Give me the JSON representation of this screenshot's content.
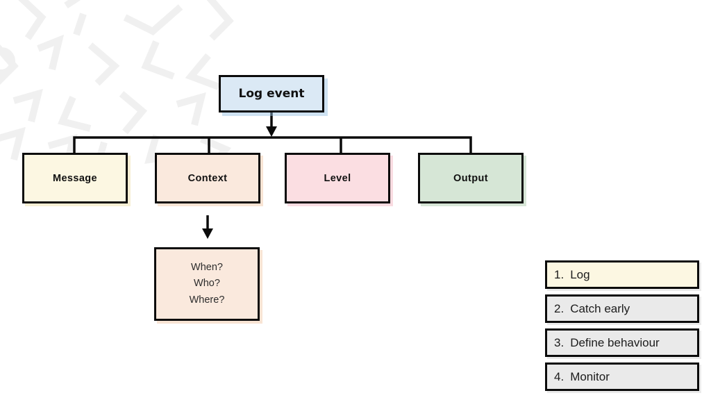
{
  "palette": {
    "root_fill": "#dbe9f5",
    "message_fill": "#fcf7e2",
    "context_fill": "#fae9dd",
    "level_fill": "#fbdee2",
    "output_fill": "#d6e6d6",
    "detail_fill": "#fae9dd",
    "step_highlight_fill": "#fcf7e2",
    "step_fill": "#eaeaea",
    "border": "#0b0b0b",
    "pattern": "#f0f0f0"
  },
  "flowchart": {
    "root": {
      "label": "Log event"
    },
    "children": [
      {
        "label": "Message"
      },
      {
        "label": "Context"
      },
      {
        "label": "Level"
      },
      {
        "label": "Output"
      }
    ],
    "context_detail": {
      "lines": [
        "When?",
        "Who?",
        "Where?"
      ]
    }
  },
  "steps": [
    {
      "number": "1.",
      "label": "Log"
    },
    {
      "number": "2.",
      "label": "Catch early"
    },
    {
      "number": "3.",
      "label": "Define behaviour"
    },
    {
      "number": "4.",
      "label": "Monitor"
    }
  ]
}
